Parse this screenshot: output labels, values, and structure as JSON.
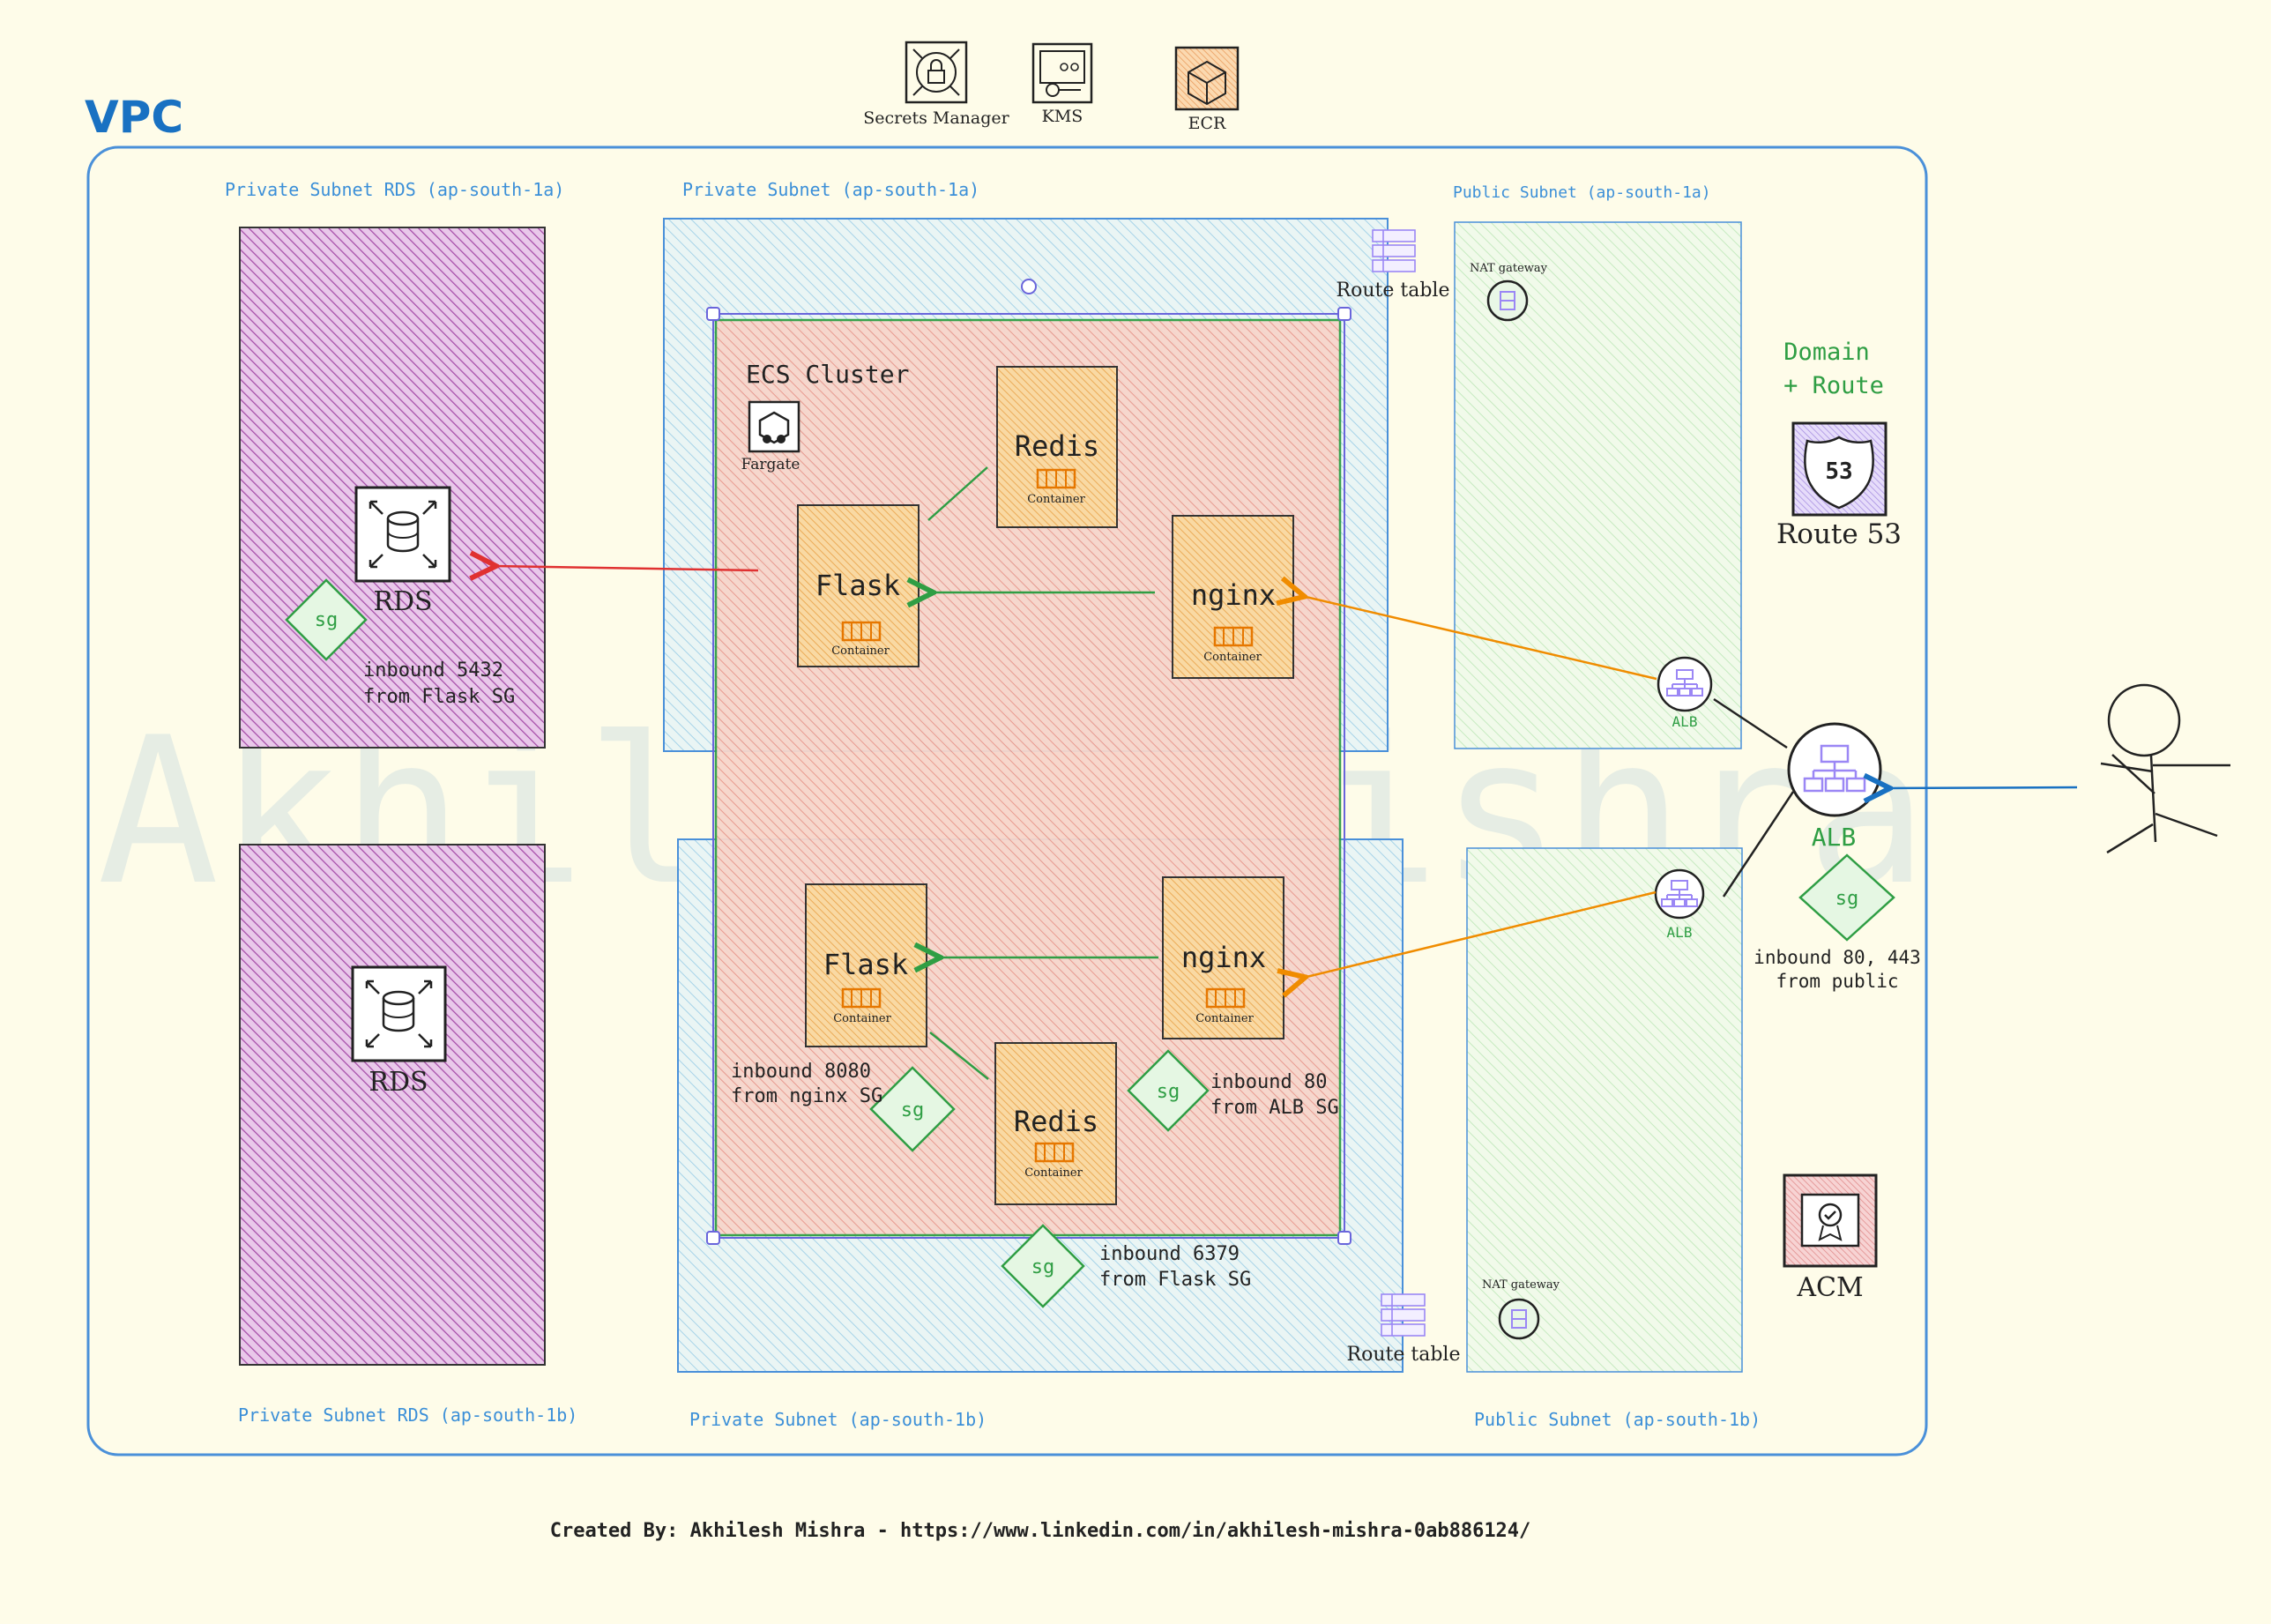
{
  "top_services": {
    "secrets_manager": "Secrets Manager",
    "kms": "KMS",
    "ecr": "ECR"
  },
  "vpc": {
    "label": "VPC"
  },
  "subnets": {
    "private_rds_1a": "Private Subnet RDS (ap-south-1a)",
    "private_1a": "Private Subnet (ap-south-1a)",
    "public_1a": "Public Subnet (ap-south-1a)",
    "private_rds_1b": "Private Subnet RDS (ap-south-1b)",
    "private_1b": "Private Subnet (ap-south-1b)",
    "public_1b": "Public Subnet (ap-south-1b)"
  },
  "route_table_label": "Route table",
  "nat_gateway_label": "NAT gateway",
  "ecs": {
    "title": "ECS Cluster",
    "fargate": "Fargate"
  },
  "containers": {
    "redis_top": "Redis",
    "flask_top": "Flask",
    "nginx_top": "nginx",
    "flask_bottom": "Flask",
    "nginx_bottom": "nginx",
    "redis_bottom": "Redis",
    "sub_label": "Container"
  },
  "rds": {
    "top": "RDS",
    "bottom": "RDS"
  },
  "security_groups": {
    "sg_label": "sg",
    "rds_rule_1": "inbound 5432",
    "rds_rule_2": "from Flask SG",
    "flask_rule_1": "inbound 8080",
    "flask_rule_2": "from nginx SG",
    "nginx_rule_1": "inbound 80",
    "nginx_rule_2": "from ALB SG",
    "redis_rule_1": "inbound 6379",
    "redis_rule_2": "from Flask SG",
    "alb_rule_1": "inbound 80, 443",
    "alb_rule_2": "from public"
  },
  "alb": {
    "small_label": "ALB",
    "main_label": "ALB"
  },
  "domain": {
    "line1": "Domain",
    "line2": "+ Route",
    "route53_label": "Route 53",
    "route53_number": "53"
  },
  "acm_label": "ACM",
  "watermark": "Akhilesh Mishra",
  "footer": "Created By: Akhilesh Mishra - https://www.linkedin.com/in/akhilesh-mishra-0ab886124/",
  "colors": {
    "background": "#fefce9",
    "subnet_blue": "#4a90d9",
    "label_blue": "#3b8fd8",
    "rds_fill": "#d58fd6",
    "private_fill": "#b7dcec",
    "public_fill": "#cdeec6",
    "ecs_fill": "#f3b7ad",
    "container_fill": "#f7c98a",
    "green": "#2f9e44",
    "orange": "#f08c00",
    "red": "#e03131",
    "purple": "#9b87f5"
  }
}
